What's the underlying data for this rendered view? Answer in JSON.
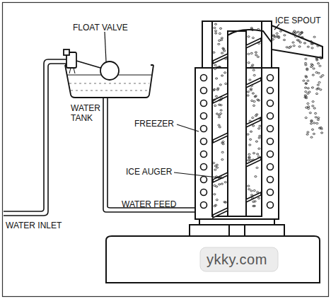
{
  "diagram": {
    "labels": [
      "FLOAT VALVE",
      "ICE SPOUT",
      "WATER TANK",
      "FREEZER",
      "ICE AUGER",
      "WATER FEED",
      "WATER INLET",
      "ykky.com"
    ]
  }
}
